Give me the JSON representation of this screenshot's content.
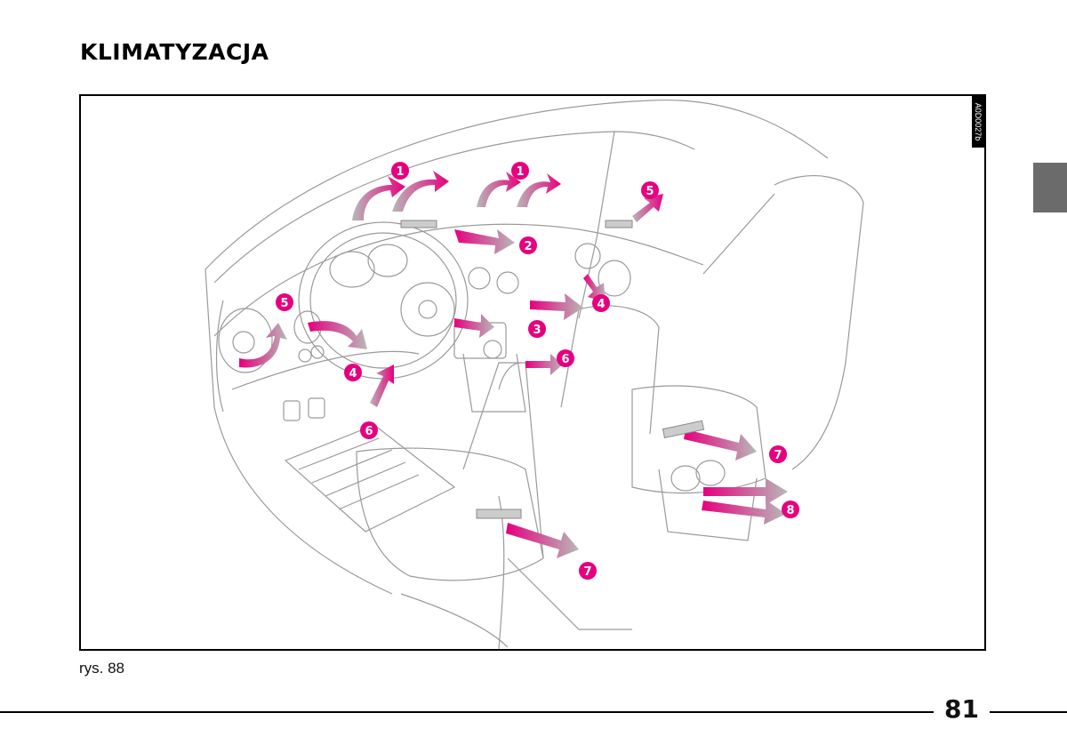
{
  "header": {
    "title": "KLIMATYZACJA"
  },
  "figure": {
    "code": "A0D0027b",
    "caption": "rys. 88",
    "callouts": [
      {
        "label": "1"
      },
      {
        "label": "1"
      },
      {
        "label": "2"
      },
      {
        "label": "3"
      },
      {
        "label": "4"
      },
      {
        "label": "4"
      },
      {
        "label": "5"
      },
      {
        "label": "5"
      },
      {
        "label": "6"
      },
      {
        "label": "6"
      },
      {
        "label": "7"
      },
      {
        "label": "7"
      },
      {
        "label": "8"
      }
    ],
    "accent_color": "#e6007e"
  },
  "footer": {
    "page_number": "81"
  }
}
